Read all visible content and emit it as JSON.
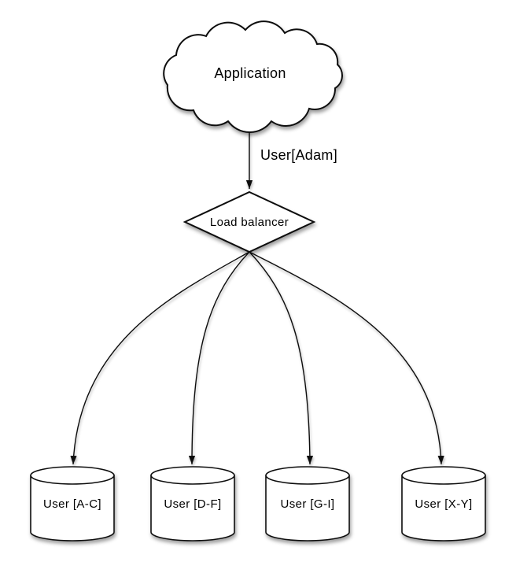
{
  "diagram": {
    "background_color": "#ffffff",
    "node_fill_color": "#ffffff",
    "line_color": "#111111",
    "nodes": {
      "application": {
        "shape": "cloud",
        "label": "Application"
      },
      "load_balancer": {
        "shape": "diamond",
        "label": "Load balancer"
      },
      "shards": [
        {
          "shape": "cylinder",
          "label": "User [A-C]"
        },
        {
          "shape": "cylinder",
          "label": "User [D-F]"
        },
        {
          "shape": "cylinder",
          "label": "User [G-I]"
        },
        {
          "shape": "cylinder",
          "label": "User [X-Y]"
        }
      ]
    },
    "edges": {
      "app_to_lb": {
        "from": "application",
        "to": "load_balancer",
        "label": "User[Adam]"
      },
      "lb_to_shards": [
        {
          "from": "load_balancer",
          "to": "User [A-C]"
        },
        {
          "from": "load_balancer",
          "to": "User [D-F]"
        },
        {
          "from": "load_balancer",
          "to": "User [G-I]"
        },
        {
          "from": "load_balancer",
          "to": "User [X-Y]"
        }
      ]
    }
  }
}
